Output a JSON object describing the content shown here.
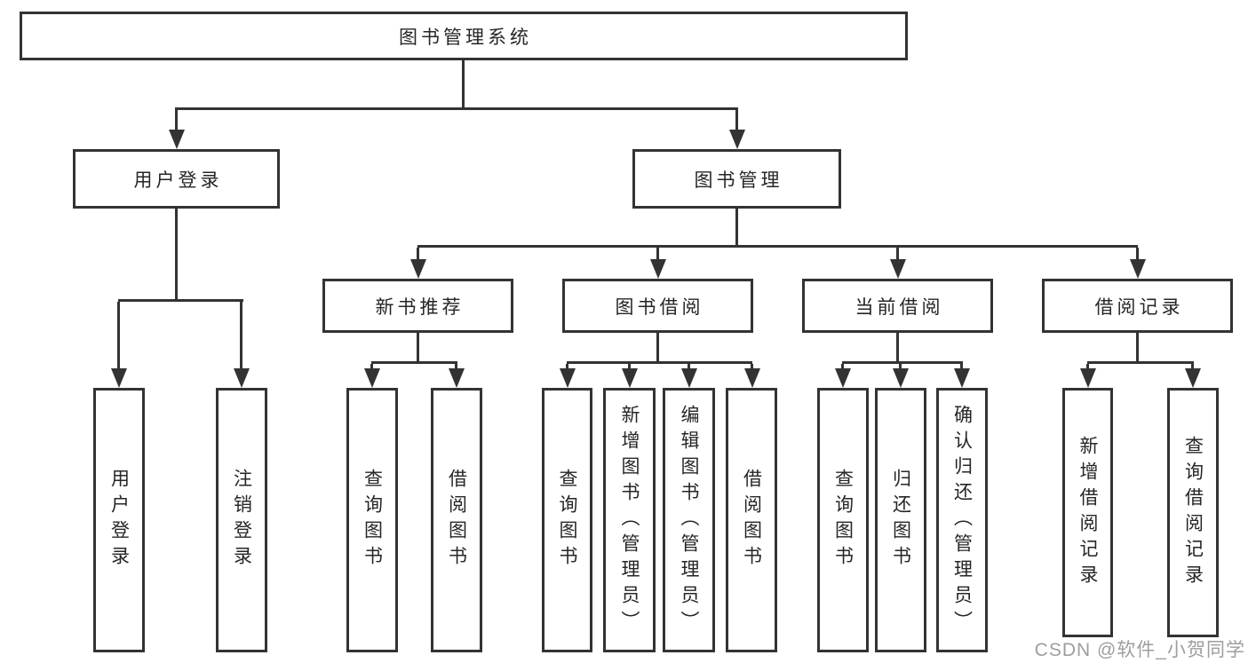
{
  "page": {
    "background_color": "#ffffff",
    "line_color": "#333333",
    "text_color": "#262626",
    "watermark_color": "#9e9e9e"
  },
  "watermark": {
    "text": "CSDN @软件_小贺同学"
  },
  "tree": {
    "root": {
      "label": "图书管理系统"
    },
    "level2": [
      {
        "label": "用户登录",
        "children": [
          {
            "label": "用户登录"
          },
          {
            "label": "注销登录"
          }
        ]
      },
      {
        "label": "图书管理",
        "children": [
          {
            "label": "新书推荐",
            "children": [
              {
                "label": "查询图书"
              },
              {
                "label": "借阅图书"
              }
            ]
          },
          {
            "label": "图书借阅",
            "children": [
              {
                "label": "查询图书"
              },
              {
                "label": "新增图书（管理员）"
              },
              {
                "label": "编辑图书（管理员）"
              },
              {
                "label": "借阅图书"
              }
            ]
          },
          {
            "label": "当前借阅",
            "children": [
              {
                "label": "查询图书"
              },
              {
                "label": "归还图书"
              },
              {
                "label": "确认归还（管理员）"
              }
            ]
          },
          {
            "label": "借阅记录",
            "children": [
              {
                "label": "新增借阅记录"
              },
              {
                "label": "查询借阅记录"
              }
            ]
          }
        ]
      }
    ]
  }
}
